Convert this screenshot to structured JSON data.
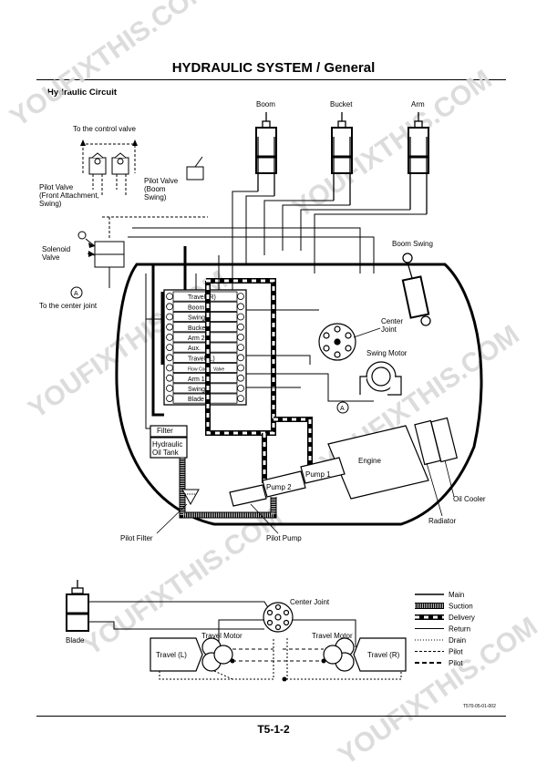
{
  "header": {
    "title": "HYDRAULIC SYSTEM / General"
  },
  "section": {
    "title": "Hydraulic Circuit"
  },
  "cylinders": {
    "boom": "Boom",
    "bucket": "Bucket",
    "arm": "Arm"
  },
  "labels": {
    "to_control_valve": "To the control valve",
    "pilot_valve_front_1": "Pilot Valve",
    "pilot_valve_front_2": "(Front Attachment,",
    "pilot_valve_front_3": "Swing)",
    "pilot_valve_boom_1": "Pilot Valve",
    "pilot_valve_boom_2": "(Boom",
    "pilot_valve_boom_3": "Swing)",
    "solenoid_valve_1": "Solenoid",
    "solenoid_valve_2": "Valve",
    "to_center_joint": "To the center joint",
    "marker_a": "A",
    "boom_swing": "Boom Swing",
    "center_joint_1": "Center",
    "center_joint_2": "Joint",
    "swing_motor": "Swing Motor",
    "filter": "Filter",
    "hydraulic_oil_tank_1": "Hydraulic",
    "hydraulic_oil_tank_2": "Oil Tank",
    "engine": "Engine",
    "pump_1": "Pump 1",
    "pump_2": "Pump 2",
    "oil_cooler": "Oil Cooler",
    "radiator": "Radiator",
    "pilot_filter": "Pilot Filter",
    "pilot_pump": "Pilot Pump",
    "lower_center_joint": "Center Joint",
    "blade": "Blade",
    "travel_motor_left": "Travel Motor",
    "travel_motor_right": "Travel Motor",
    "travel_l": "Travel (L)",
    "travel_r": "Travel (R)",
    "figure_code": "T570-05-01-002"
  },
  "control_valve_spools": [
    "Travel (R)",
    "Boom",
    "Swing",
    "Bucket",
    "Arm 2",
    "Aux.",
    "Travel (L)",
    "Flow Comb. Valve",
    "Arm 1",
    "Swing",
    "Blade"
  ],
  "legend": [
    {
      "style": "main",
      "label": "Main"
    },
    {
      "style": "suction",
      "label": "Suction"
    },
    {
      "style": "delivery",
      "label": "Delivery"
    },
    {
      "style": "return",
      "label": "Return"
    },
    {
      "style": "drain",
      "label": "Drain"
    },
    {
      "style": "pilot_dashed",
      "label": "Pilot"
    },
    {
      "style": "pilot_bold_dashed",
      "label": "Pilot"
    }
  ],
  "watermark": {
    "text": "YOUFIXTHIS.COM"
  },
  "footer": {
    "page": "T5-1-2"
  }
}
